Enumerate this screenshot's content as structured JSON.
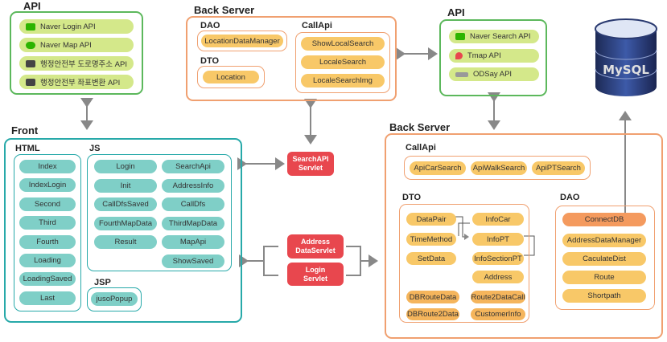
{
  "api_left": {
    "title": "API",
    "items": [
      {
        "label": "Naver Login API",
        "icon": "naver-n-icon"
      },
      {
        "label": "Naver Map API",
        "icon": "naver-map-icon"
      },
      {
        "label": "행정안전부 도로명주소 API",
        "icon": "government-icon"
      },
      {
        "label": "행정안전부 좌표변환 API",
        "icon": "government-icon"
      }
    ]
  },
  "back_top": {
    "title": "Back Server",
    "dao_title": "DAO",
    "dao_items": [
      "LocationDataManager"
    ],
    "dto_title": "DTO",
    "dto_items": [
      "Location"
    ],
    "callapi_title": "CallApi",
    "callapi_items": [
      "ShowLocalSearch",
      "LocaleSearch",
      "LocaleSearchImg"
    ]
  },
  "api_right": {
    "title": "API",
    "items": [
      {
        "label": "Naver Search API",
        "icon": "naver-search-icon"
      },
      {
        "label": "Tmap API",
        "icon": "tmap-pin-icon"
      },
      {
        "label": "ODSay API",
        "icon": "odsay-icon"
      }
    ]
  },
  "database": {
    "label": "MySQL"
  },
  "front": {
    "title": "Front",
    "html_title": "HTML",
    "html_items": [
      "Index",
      "IndexLogin",
      "Second",
      "Third",
      "Fourth",
      "Loading",
      "LoadingSaved",
      "Last"
    ],
    "js_title": "JS",
    "js_col1": [
      "Login",
      "Init",
      "CallDfsSaved",
      "FourthMapData",
      "Result"
    ],
    "js_col2": [
      "SearchApi",
      "AddressInfo",
      "CallDfs",
      "ThirdMapData",
      "MapApi",
      "ShowSaved"
    ],
    "jsp_title": "JSP",
    "jsp_items": [
      "jusoPopup"
    ]
  },
  "servlets": {
    "search": [
      "SearchAPI",
      "Servlet"
    ],
    "address": [
      "Address",
      "DataServlet"
    ],
    "login": [
      "Login",
      "Servlet"
    ]
  },
  "back_bottom": {
    "title": "Back Server",
    "callapi_title": "CallApi",
    "callapi_items": [
      "ApiCarSearch",
      "ApiWalkSearch",
      "ApiPTSearch"
    ],
    "dto_title": "DTO",
    "dto_left": [
      "DataPair",
      "TimeMethod",
      "SetData"
    ],
    "dto_right": [
      "InfoCar",
      "InfoPT",
      "InfoSectionPT",
      "Address"
    ],
    "dto_bottom_left": [
      "DBRouteData",
      "DBRoute2Data"
    ],
    "dto_bottom_right": [
      "Route2DataCall",
      "CustomerInfo"
    ],
    "dao_title": "DAO",
    "dao_items": [
      "ConnectDB",
      "AddressDataManager",
      "CaculateDist",
      "Route",
      "Shortpath"
    ]
  }
}
